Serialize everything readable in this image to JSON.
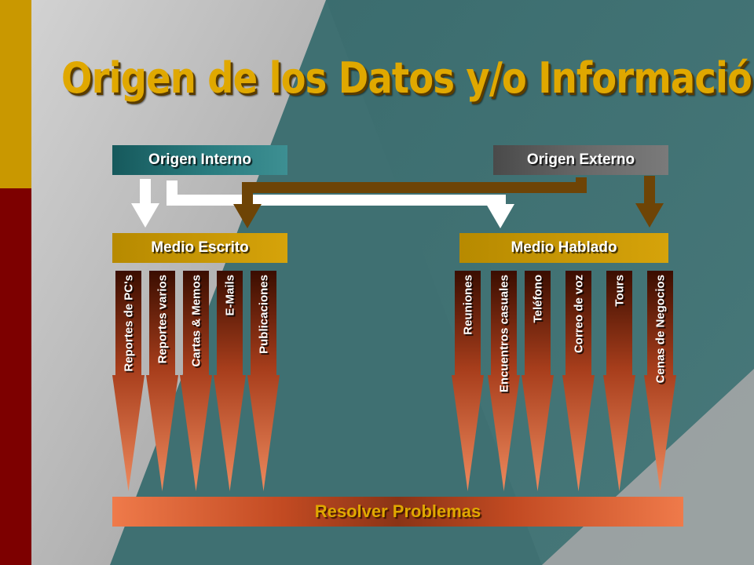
{
  "title": "Origen de los Datos y/o Información",
  "boxes": {
    "origen_interno": "Origen Interno",
    "origen_externo": "Origen Externo",
    "medio_escrito": "Medio Escrito",
    "medio_hablado": "Medio Hablado",
    "resolver": "Resolver Problemas"
  },
  "medio_escrito_items": [
    "Reportes de PC's",
    "Reportes varios",
    "Cartas & Memos",
    "E-Mails",
    "Publicaciones"
  ],
  "medio_hablado_items": [
    "Reuniones",
    "Encuentros casuales",
    "Teléfono",
    "Correo de voz",
    "Tours",
    "Cenas de Negocios"
  ],
  "colors": {
    "title": "#e0a800",
    "teal": "#3f7072",
    "gold": "#c99800",
    "maroon": "#7d0000",
    "brown_connector": "#6e4406",
    "white_connector": "#ffffff",
    "arrow_light": "#ee8a5e",
    "arrow_dark": "#3a0d00"
  }
}
